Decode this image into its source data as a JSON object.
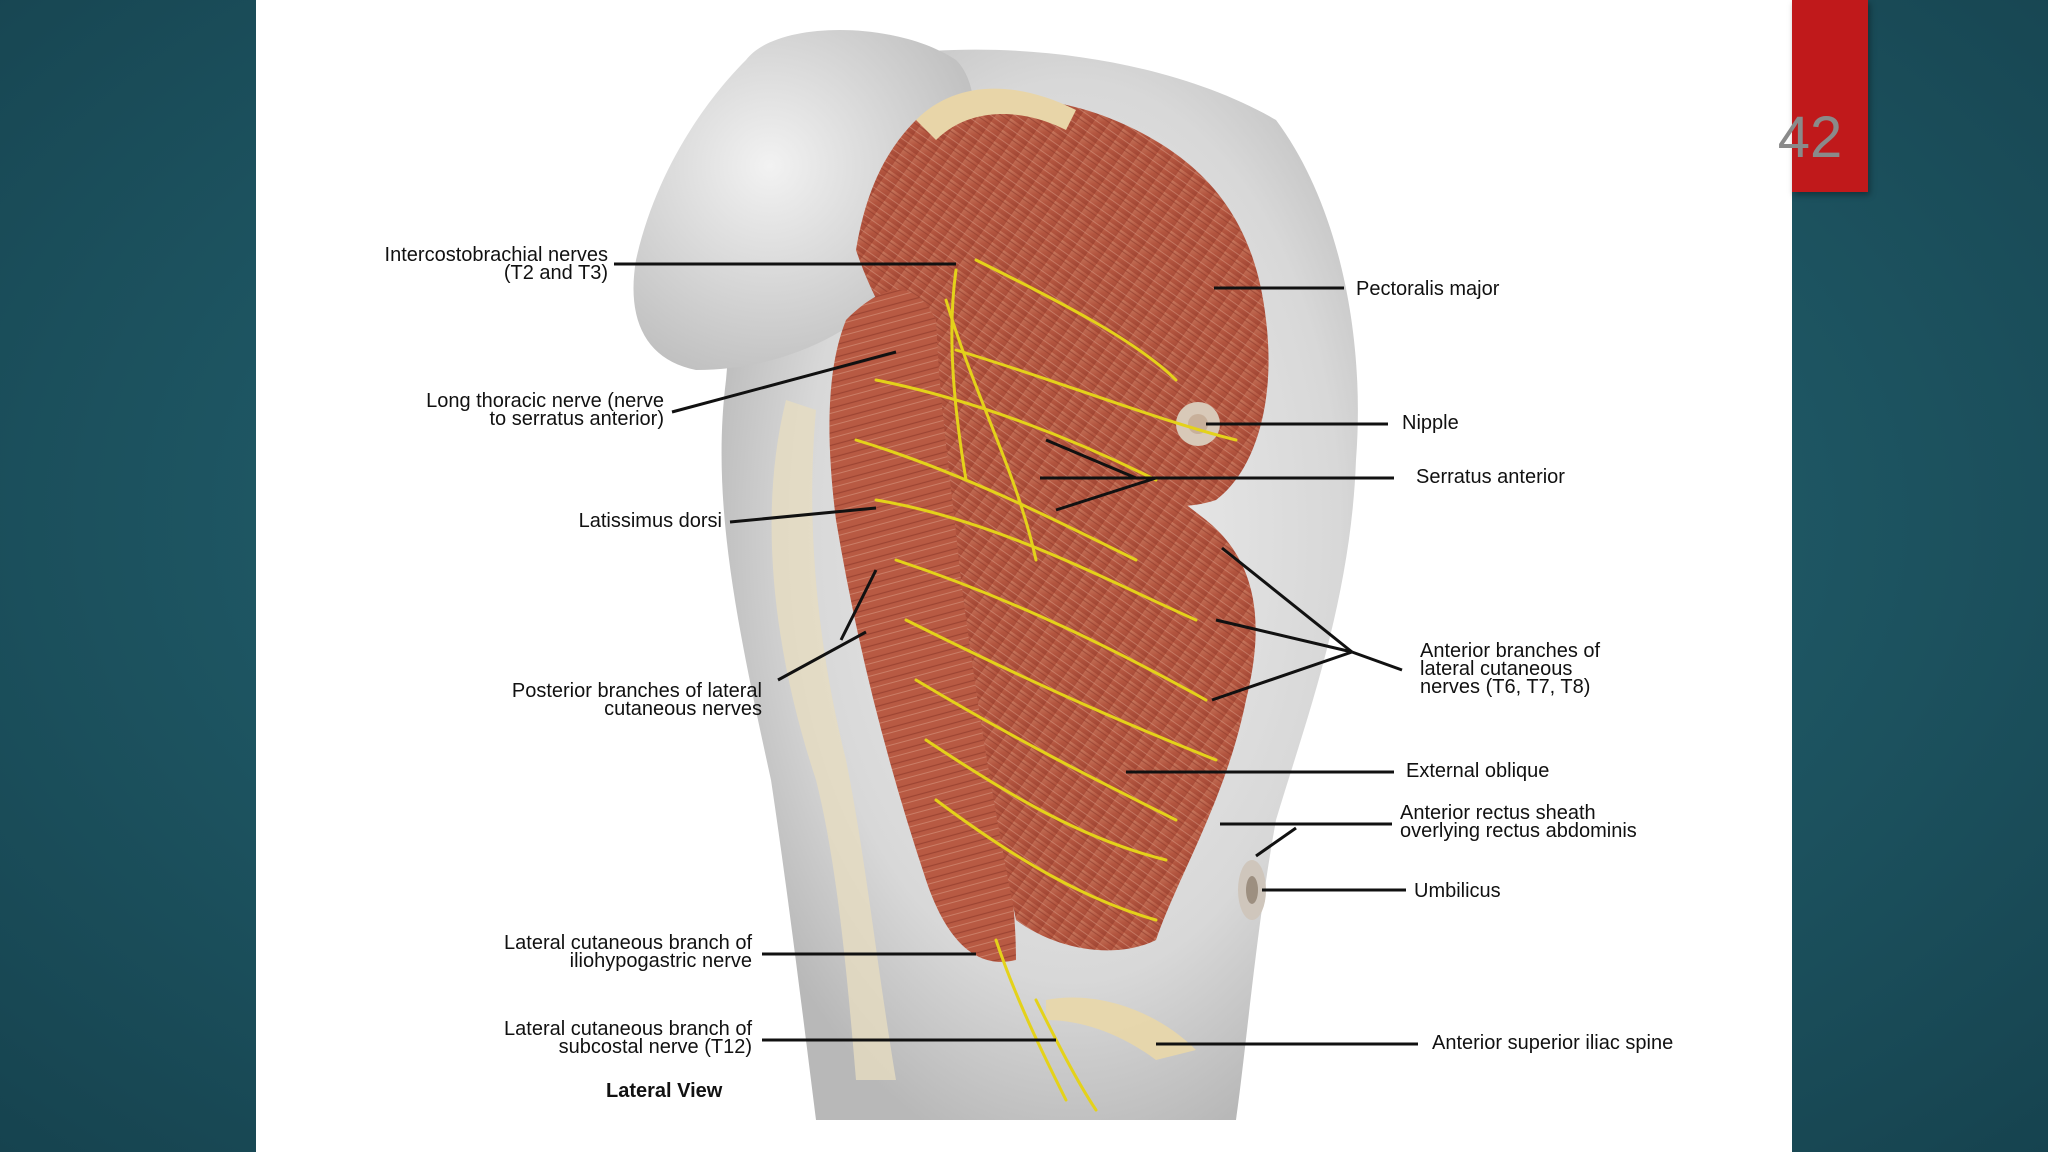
{
  "slide": {
    "number": "42",
    "accent_color": "#c0191b",
    "background_color": "#1f5966"
  },
  "figure": {
    "view_title": "Lateral View",
    "labels_left": [
      {
        "id": "intercostobrachial",
        "text": "Intercostobrachial nerves\n(T2 and T3)"
      },
      {
        "id": "long-thoracic",
        "text": "Long thoracic nerve (nerve\nto serratus anterior)"
      },
      {
        "id": "latissimus",
        "text": "Latissimus dorsi"
      },
      {
        "id": "posterior-branches",
        "text": "Posterior branches of lateral\ncutaneous nerves"
      },
      {
        "id": "iliohypogastric",
        "text": "Lateral cutaneous branch of\niliohypogastric nerve"
      },
      {
        "id": "subcostal",
        "text": "Lateral cutaneous branch of\nsubcostal nerve (T12)"
      }
    ],
    "labels_right": [
      {
        "id": "pectoralis",
        "text": "Pectoralis major"
      },
      {
        "id": "nipple",
        "text": "Nipple"
      },
      {
        "id": "serratus",
        "text": "Serratus anterior"
      },
      {
        "id": "anterior-branches",
        "text": "Anterior branches of\nlateral cutaneous\nnerves (T6, T7, T8)"
      },
      {
        "id": "external-oblique",
        "text": "External oblique"
      },
      {
        "id": "rectus-sheath",
        "text": "Anterior rectus sheath\noverlying rectus abdominis"
      },
      {
        "id": "umbilicus",
        "text": "Umbilicus"
      },
      {
        "id": "iliac-spine",
        "text": "Anterior superior iliac spine"
      }
    ]
  }
}
